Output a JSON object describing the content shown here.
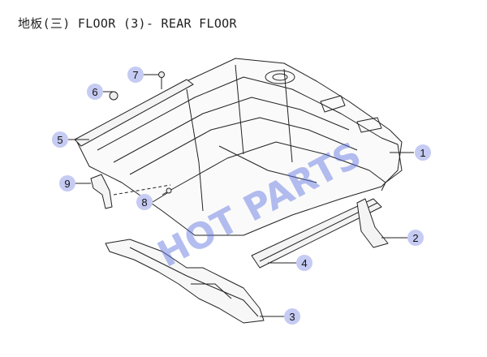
{
  "title": "地板(三) FLOOR (3)- REAR  FLOOR",
  "watermark": "HOT PARTS",
  "colors": {
    "callout_fill": "#c5cbf2",
    "watermark": "#5a6fe0",
    "line": "#222222"
  },
  "callouts": [
    {
      "id": 1,
      "label": "1"
    },
    {
      "id": 2,
      "label": "2"
    },
    {
      "id": 3,
      "label": "3"
    },
    {
      "id": 4,
      "label": "4"
    },
    {
      "id": 5,
      "label": "5"
    },
    {
      "id": 6,
      "label": "6"
    },
    {
      "id": 7,
      "label": "7"
    },
    {
      "id": 8,
      "label": "8"
    },
    {
      "id": 9,
      "label": "9"
    }
  ]
}
